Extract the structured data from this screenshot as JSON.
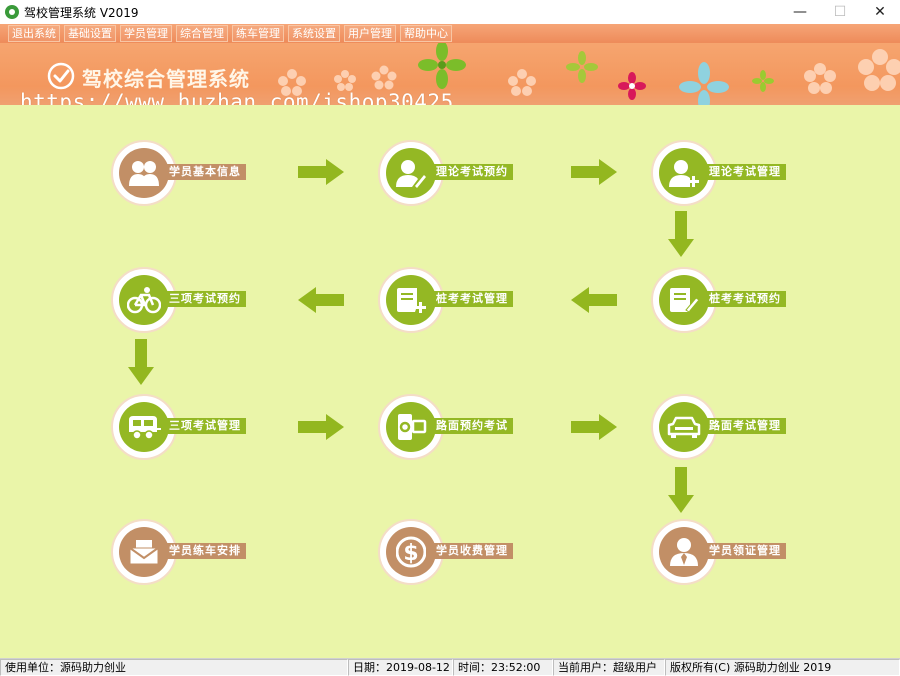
{
  "window": {
    "title": "驾校管理系统 V2019",
    "minimize_glyph": "—",
    "maximize_glyph": "☐",
    "close_glyph": "✕"
  },
  "menu": {
    "items": [
      {
        "label": "退出系统"
      },
      {
        "label": "基础设置"
      },
      {
        "label": "学员管理"
      },
      {
        "label": "综合管理"
      },
      {
        "label": "练车管理"
      },
      {
        "label": "系统设置"
      },
      {
        "label": "用户管理"
      },
      {
        "label": "帮助中心"
      }
    ]
  },
  "banner": {
    "title": "驾校综合管理系统",
    "watermark": "https://www.huzhan.com/ishop30425"
  },
  "flow": {
    "nodes": [
      {
        "label": "学员基本信息",
        "icon": "people-icon",
        "theme": "brown"
      },
      {
        "label": "理论考试预约",
        "icon": "user-edit-icon",
        "theme": "green"
      },
      {
        "label": "理论考试管理",
        "icon": "user-add-icon",
        "theme": "green"
      },
      {
        "label": "三项考试预约",
        "icon": "bicycle-icon",
        "theme": "green"
      },
      {
        "label": "桩考考试管理",
        "icon": "document-add-icon",
        "theme": "green"
      },
      {
        "label": "桩考考试预约",
        "icon": "document-edit-icon",
        "theme": "green"
      },
      {
        "label": "三项考试管理",
        "icon": "trailer-icon",
        "theme": "green"
      },
      {
        "label": "路面预约考试",
        "icon": "camera-icon",
        "theme": "green"
      },
      {
        "label": "路面考试管理",
        "icon": "car-icon",
        "theme": "green"
      },
      {
        "label": "学员练车安排",
        "icon": "mail-icon",
        "theme": "brown"
      },
      {
        "label": "学员收费管理",
        "icon": "dollar-icon",
        "theme": "brown"
      },
      {
        "label": "学员领证管理",
        "icon": "person-badge-icon",
        "theme": "brown"
      }
    ],
    "arrow_color": "#93b71f"
  },
  "status": {
    "unit": "使用单位：源码助力创业",
    "date": "日期：2019-08-12",
    "time": "时间：23:52:00",
    "user": "当前用户：超级用户",
    "copyright": "版权所有(C) 源码助力创业 2019"
  },
  "colors": {
    "menu_bar": "#ee8b5a",
    "banner": "#f3975e",
    "main_bg": "#eaf5a9",
    "green": "#94b824",
    "brown": "#c28f66"
  }
}
